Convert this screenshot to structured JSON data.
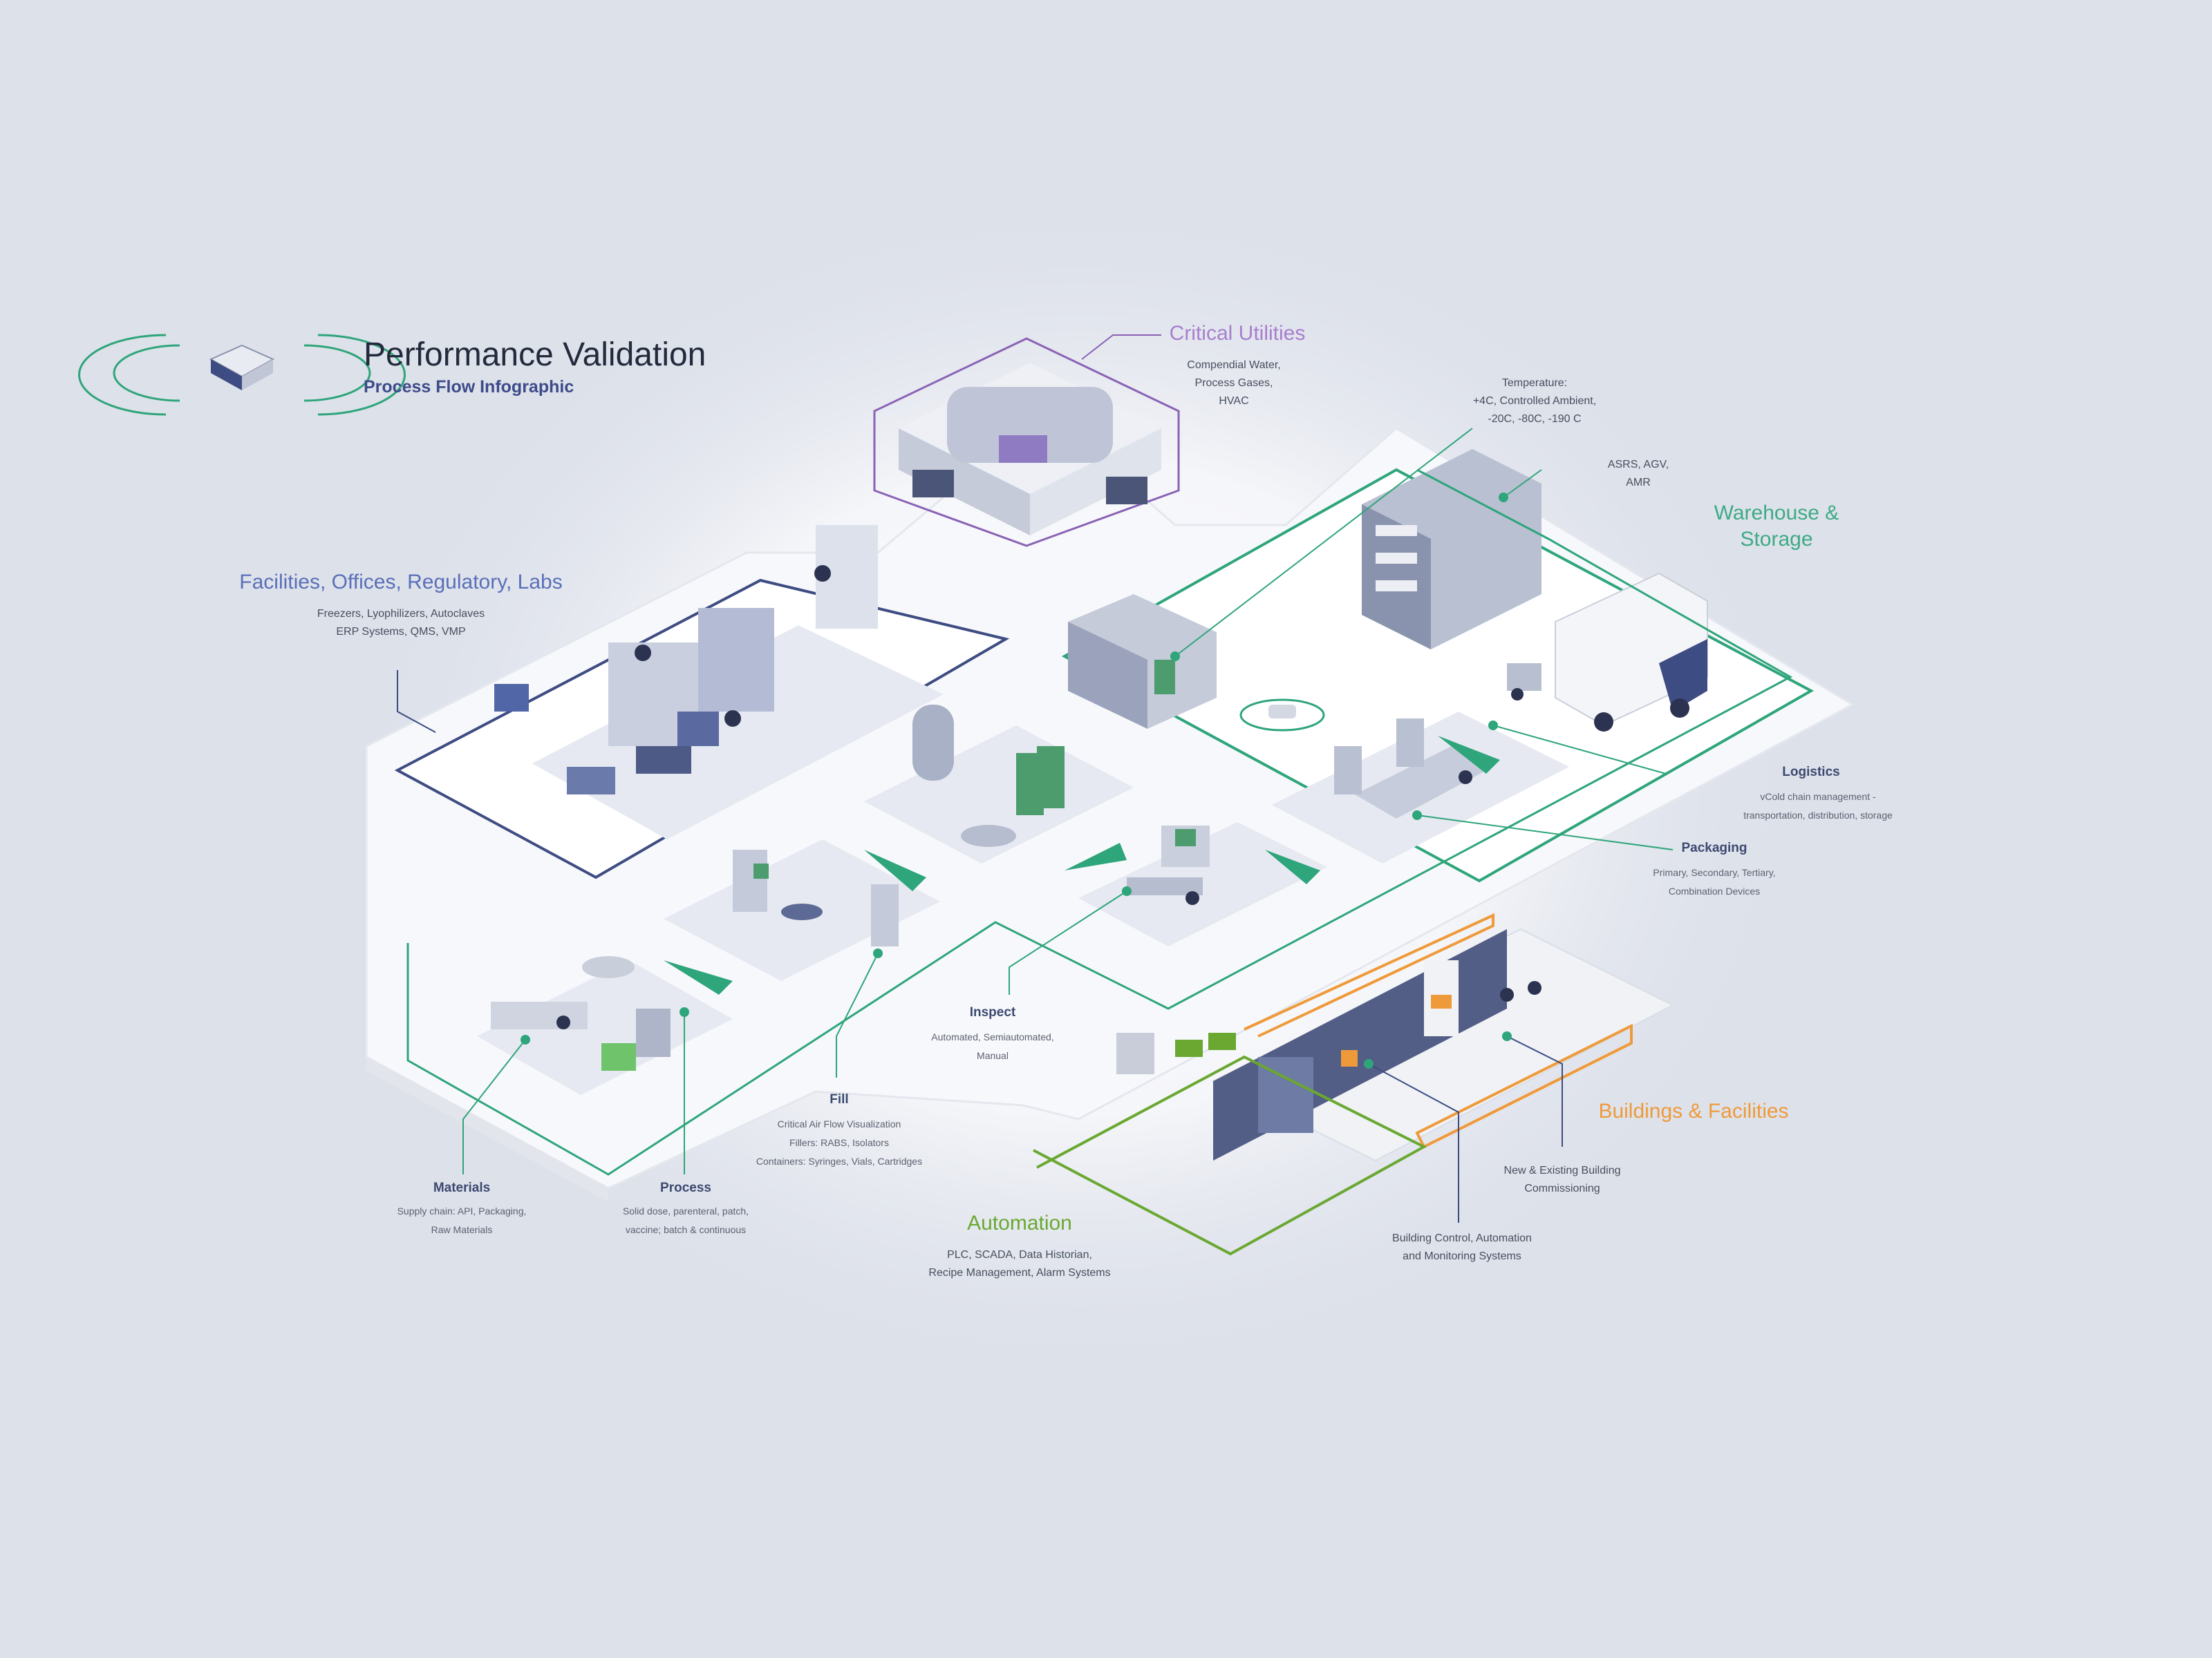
{
  "header": {
    "title": "Performance Validation",
    "subtitle": "Process Flow Infographic",
    "logo_icon": "robot-vacuum-icon"
  },
  "colors": {
    "background": "#dde1ea",
    "utilities": "#a77fcd",
    "facilities_labs": "#5a6fb8",
    "warehouse": "#3eaa86",
    "automation": "#6aa832",
    "buildings": "#ef9a3a",
    "flow_line": "#2ea57a",
    "navy": "#3d4c82",
    "building_grey": "#525e86"
  },
  "sections": {
    "critical_utilities": {
      "title": "Critical Utilities",
      "body": "Compendial Water,\nProcess Gases,\nHVAC"
    },
    "facilities_labs": {
      "title": "Facilities, Offices, Regulatory, Labs",
      "body": "Freezers, Lyophilizers, Autoclaves\nERP Systems, QMS, VMP"
    },
    "warehouse": {
      "title": "Warehouse &\nStorage",
      "temperature": "Temperature:\n+4C, Controlled Ambient,\n-20C, -80C, -190 C",
      "asrs": "ASRS, AGV,\nAMR"
    },
    "automation": {
      "title": "Automation",
      "body": "PLC, SCADA, Data Historian,\nRecipe Management, Alarm Systems"
    },
    "buildings": {
      "title": "Buildings & Facilities",
      "commissioning": "New & Existing Building\nCommissioning",
      "control": "Building Control, Automation\nand Monitoring Systems"
    }
  },
  "steps": {
    "logistics": {
      "title": "Logistics",
      "body": "vCold chain management -\ntransportation, distribution, storage"
    },
    "packaging": {
      "title": "Packaging",
      "body": "Primary, Secondary, Tertiary,\nCombination Devices"
    },
    "inspect": {
      "title": "Inspect",
      "body": "Automated, Semiautomated,\nManual"
    },
    "fill": {
      "title": "Fill",
      "body": "Critical Air Flow Visualization\nFillers: RABS, Isolators\nContainers: Syringes, Vials, Cartridges"
    },
    "materials": {
      "title": "Materials",
      "body": "Supply chain: API, Packaging,\nRaw Materials"
    },
    "process": {
      "title": "Process",
      "body": "Solid dose, parenteral, patch,\nvaccine; batch & continuous"
    }
  }
}
